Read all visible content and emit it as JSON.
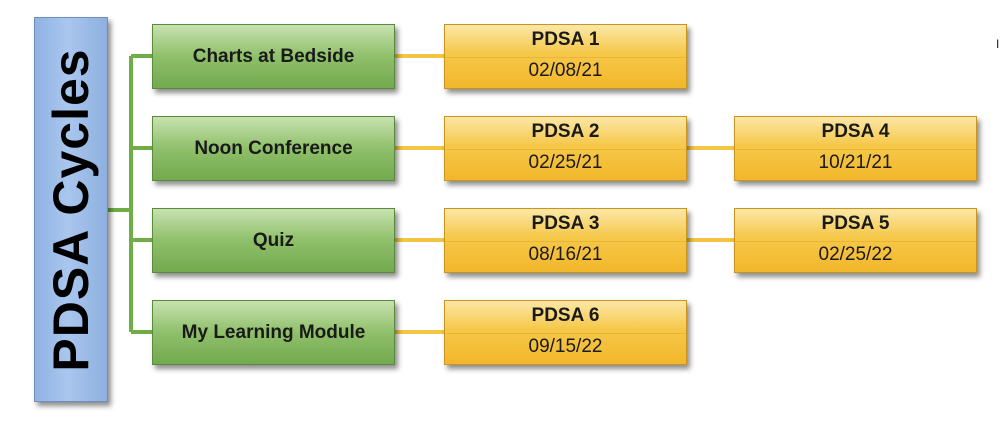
{
  "root": {
    "label": "PDSA Cycles"
  },
  "categories": [
    {
      "label": "Charts at Bedside"
    },
    {
      "label": "Noon Conference"
    },
    {
      "label": "Quiz"
    },
    {
      "label": "My Learning Module"
    }
  ],
  "cycles": [
    {
      "name": "PDSA 1",
      "date": "02/08/21"
    },
    {
      "name": "PDSA 2",
      "date": "02/25/21"
    },
    {
      "name": "PDSA 3",
      "date": "08/16/21"
    },
    {
      "name": "PDSA 4",
      "date": "10/21/21"
    },
    {
      "name": "PDSA 5",
      "date": "02/25/22"
    },
    {
      "name": "PDSA 6",
      "date": "09/15/22"
    }
  ],
  "edge_text": "I",
  "colors": {
    "root_fill": "#a9c6ee",
    "category_fill": "#8fc06a",
    "pdsa_fill": "#f6c84a",
    "green_connector": "#70ad47",
    "orange_connector": "#f4c542"
  }
}
